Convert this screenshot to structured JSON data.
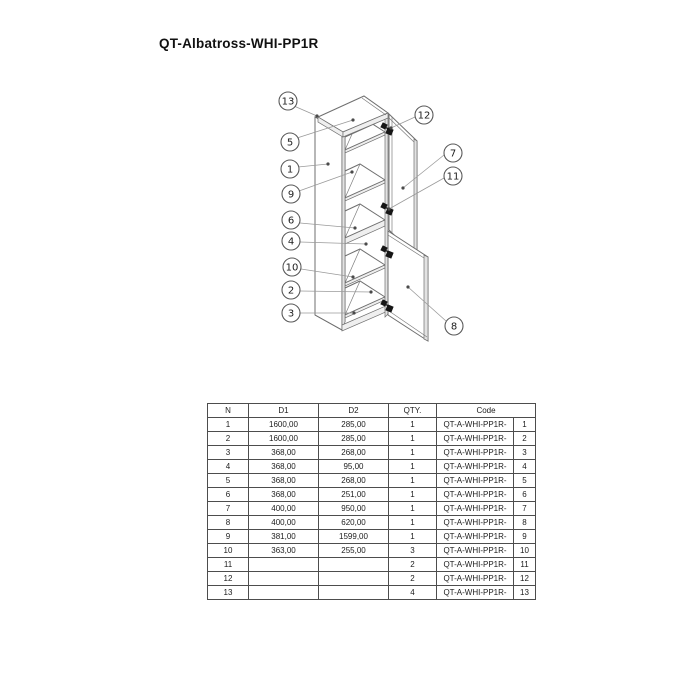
{
  "title": "QT-Albatross-WHI-PP1R",
  "diagram": {
    "callouts": [
      {
        "label": "13"
      },
      {
        "label": "5"
      },
      {
        "label": "1"
      },
      {
        "label": "9"
      },
      {
        "label": "6"
      },
      {
        "label": "4"
      },
      {
        "label": "10"
      },
      {
        "label": "2"
      },
      {
        "label": "3"
      },
      {
        "label": "12"
      },
      {
        "label": "7"
      },
      {
        "label": "11"
      },
      {
        "label": "8"
      }
    ]
  },
  "table": {
    "headers": {
      "n": "N",
      "d1": "D1",
      "d2": "D2",
      "qty": "QTY.",
      "code": "Code"
    },
    "rows": [
      {
        "n": "1",
        "d1": "1600,00",
        "d2": "285,00",
        "qty": "1",
        "code_prefix": "QT-A-WHI-PP1R-",
        "code_num": "1"
      },
      {
        "n": "2",
        "d1": "1600,00",
        "d2": "285,00",
        "qty": "1",
        "code_prefix": "QT-A-WHI-PP1R-",
        "code_num": "2"
      },
      {
        "n": "3",
        "d1": "368,00",
        "d2": "268,00",
        "qty": "1",
        "code_prefix": "QT-A-WHI-PP1R-",
        "code_num": "3"
      },
      {
        "n": "4",
        "d1": "368,00",
        "d2": "95,00",
        "qty": "1",
        "code_prefix": "QT-A-WHI-PP1R-",
        "code_num": "4"
      },
      {
        "n": "5",
        "d1": "368,00",
        "d2": "268,00",
        "qty": "1",
        "code_prefix": "QT-A-WHI-PP1R-",
        "code_num": "5"
      },
      {
        "n": "6",
        "d1": "368,00",
        "d2": "251,00",
        "qty": "1",
        "code_prefix": "QT-A-WHI-PP1R-",
        "code_num": "6"
      },
      {
        "n": "7",
        "d1": "400,00",
        "d2": "950,00",
        "qty": "1",
        "code_prefix": "QT-A-WHI-PP1R-",
        "code_num": "7"
      },
      {
        "n": "8",
        "d1": "400,00",
        "d2": "620,00",
        "qty": "1",
        "code_prefix": "QT-A-WHI-PP1R-",
        "code_num": "8"
      },
      {
        "n": "9",
        "d1": "381,00",
        "d2": "1599,00",
        "qty": "1",
        "code_prefix": "QT-A-WHI-PP1R-",
        "code_num": "9"
      },
      {
        "n": "10",
        "d1": "363,00",
        "d2": "255,00",
        "qty": "3",
        "code_prefix": "QT-A-WHI-PP1R-",
        "code_num": "10"
      },
      {
        "n": "11",
        "d1": "",
        "d2": "",
        "qty": "2",
        "code_prefix": "QT-A-WHI-PP1R-",
        "code_num": "11"
      },
      {
        "n": "12",
        "d1": "",
        "d2": "",
        "qty": "2",
        "code_prefix": "QT-A-WHI-PP1R-",
        "code_num": "12"
      },
      {
        "n": "13",
        "d1": "",
        "d2": "",
        "qty": "4",
        "code_prefix": "QT-A-WHI-PP1R-",
        "code_num": "13"
      }
    ]
  },
  "colors": {
    "line": "#6f6f6f",
    "leader": "#9a9a9a",
    "hinge": "#161616",
    "table_border": "#4d4d4d",
    "text": "#1c1c1c"
  }
}
